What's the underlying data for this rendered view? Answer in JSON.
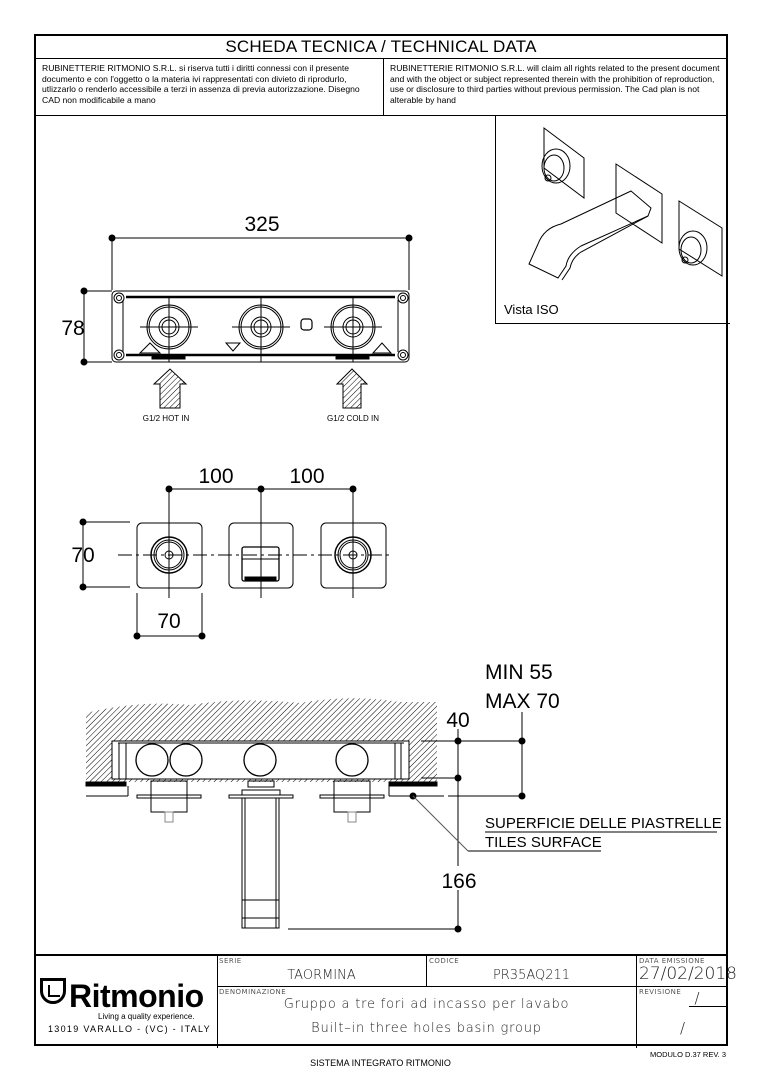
{
  "header": {
    "title": "SCHEDA TECNICA / TECHNICAL DATA",
    "legal_it": "RUBINETTERIE RITMONIO S.R.L. si riserva tutti i diritti connessi con il presente documento e con l'oggetto o la materia ivi rappresentati con divieto di riprodurlo, utlizzarlo o renderlo accessibile a terzi in assenza di previa autorizzazione. Disegno CAD non modificabile a mano",
    "legal_en": "RUBINETTERIE RITMONIO S.R.L. will claim all rights related to the present document and with the object or subject represented therein with the prohibition  of reproduction, use or disclosure to third parties without previous permission.  The Cad plan is not alterable by hand"
  },
  "iso_view": {
    "label": "Vista ISO"
  },
  "front_view": {
    "width_dim": "325",
    "height_dim": "78",
    "hot_in_label": "G1/2 HOT IN",
    "cold_in_label": "G1/2 COLD IN"
  },
  "plate_view": {
    "spacing_left": "100",
    "spacing_right": "100",
    "plate_height": "70",
    "plate_width": "70"
  },
  "section_view": {
    "depth_range_min": "MIN 55",
    "depth_range_max": "MAX 70",
    "box_depth": "40",
    "spout_length": "166",
    "callout_it": "SUPERFICIE DELLE PIASTRELLE",
    "callout_en": "TILES SURFACE"
  },
  "title_block": {
    "brand": "Ritmonio",
    "slogan": "Living a quality experience.",
    "address": "13019 VARALLO - (VC) - ITALY",
    "serie_label": "SERIE",
    "serie_value": "TAORMINA",
    "codice_label": "CODICE",
    "codice_value": "PR35AQ211",
    "data_label": "DATA EMISSIONE",
    "data_value": "27/02/2018",
    "denominazione_label": "DENOMINAZIONE",
    "denominazione_it": "Gruppo a tre fori ad incasso per lavabo",
    "denominazione_en": "Built–in three holes basin group",
    "revisione_label": "REVISIONE",
    "revisione_value_top": "/",
    "revisione_value_bottom": "/"
  },
  "footer": {
    "system": "SISTEMA INTEGRATO RITMONIO",
    "module": "MODULO D.37 REV. 3"
  }
}
